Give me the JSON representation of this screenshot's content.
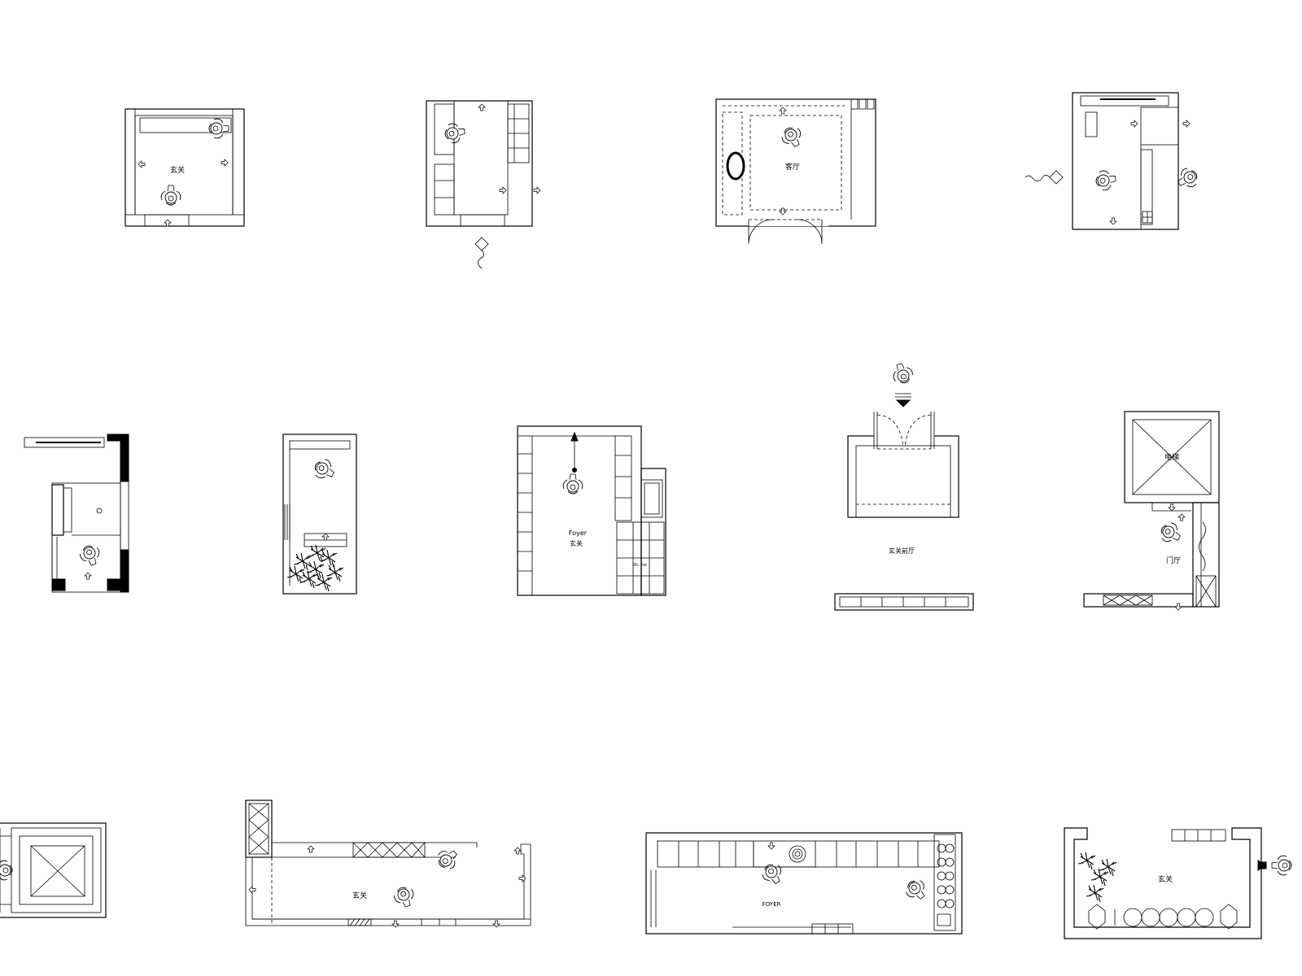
{
  "sheet": {
    "plans": [
      {
        "id": "plan-1",
        "label": "玄关"
      },
      {
        "id": "plan-2",
        "label": ""
      },
      {
        "id": "plan-3",
        "label": "客厅"
      },
      {
        "id": "plan-4",
        "label": ""
      },
      {
        "id": "plan-5",
        "label": ""
      },
      {
        "id": "plan-6",
        "label": ""
      },
      {
        "id": "plan-7",
        "label_en": "Foyer",
        "label": "玄关",
        "shoe_label": "Sh. ne"
      },
      {
        "id": "plan-8",
        "label": "玄关前厅"
      },
      {
        "id": "plan-9",
        "label": "门厅",
        "lift_label": "电梯"
      },
      {
        "id": "plan-10",
        "label": ""
      },
      {
        "id": "plan-11",
        "label": "玄关"
      },
      {
        "id": "plan-12",
        "label": "FOYER"
      },
      {
        "id": "plan-13",
        "label": "玄关"
      }
    ]
  },
  "colors": {
    "ink": "#000000",
    "paper": "#ffffff"
  }
}
